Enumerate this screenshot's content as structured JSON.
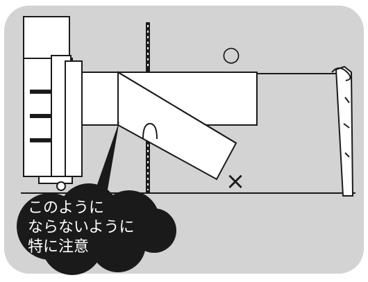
{
  "diagram": {
    "marks": {
      "correct": "○",
      "incorrect": "×"
    },
    "callout": {
      "line1": "このように",
      "line2": "ならないように",
      "line3": "特に注意"
    }
  },
  "colors": {
    "panel": "#d3d3d3",
    "line": "#1a1a1a",
    "fill": "#ffffff",
    "callout": "#1a1a1a",
    "callout_text": "#ffffff"
  }
}
